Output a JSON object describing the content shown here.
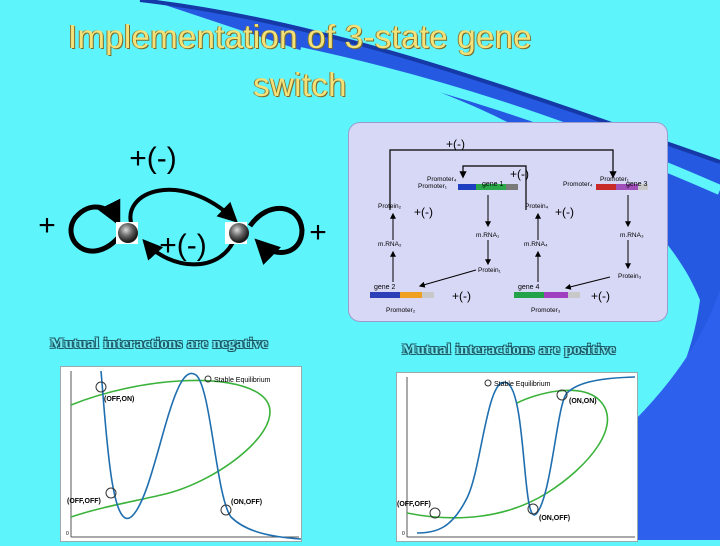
{
  "title": {
    "line1": "Implementation of 3-state gene",
    "line2": "switch"
  },
  "left_diagram": {
    "top_label": "+(-)",
    "middle_label": "+(-)",
    "left_self": "+",
    "right_self": "+"
  },
  "right_diagram": {
    "top_label": "+(-)",
    "upper_label": "+(-)",
    "mid_left_label": "+(-)",
    "mid_right_label": "+(-)",
    "bottom_left_label": "+(-)",
    "bottom_right_label": "+(-)",
    "promoter1_left": "Promoter₁",
    "promoter4": "Promoter₄",
    "gene1": "gene 1",
    "promoter4_b": "Promoter₄",
    "promoter1_right": "Promoter₁",
    "gene3": "gene 3",
    "protein2": "Protein₂",
    "protein4": "Protein₄",
    "mrna2": "m.RNA₂",
    "mrna1": "m.RNA₁",
    "mrna4": "m.RNA₄",
    "mrna3": "m.RNA₃",
    "protein1": "Protein₁",
    "protein3": "Protein₃",
    "gene2": "gene 2",
    "gene4": "gene 4",
    "promoter2": "Promoter₂",
    "promoter3": "Promoter₃"
  },
  "captions": {
    "left": "Mutual interactions are negative",
    "right": "Mutual interactions are positive"
  },
  "plots": {
    "left": {
      "legend": "Stable Equilibrium",
      "labels": [
        "(OFF,ON)",
        "(OFF,OFF)",
        "(ON,OFF)"
      ],
      "origin": "0"
    },
    "right": {
      "legend": "Stable Equilibrium",
      "labels": [
        "(ON,ON)",
        "(OFF,OFF)",
        "(ON,OFF)"
      ],
      "origin": "0"
    }
  },
  "colors": {
    "background": "#5ef4fb",
    "title": "#f3e27a",
    "panel": "#d7d8f6",
    "deco_blue": "#1d3fd8",
    "green_curve": "#3bb33b",
    "blue_curve": "#1f6fb0"
  }
}
